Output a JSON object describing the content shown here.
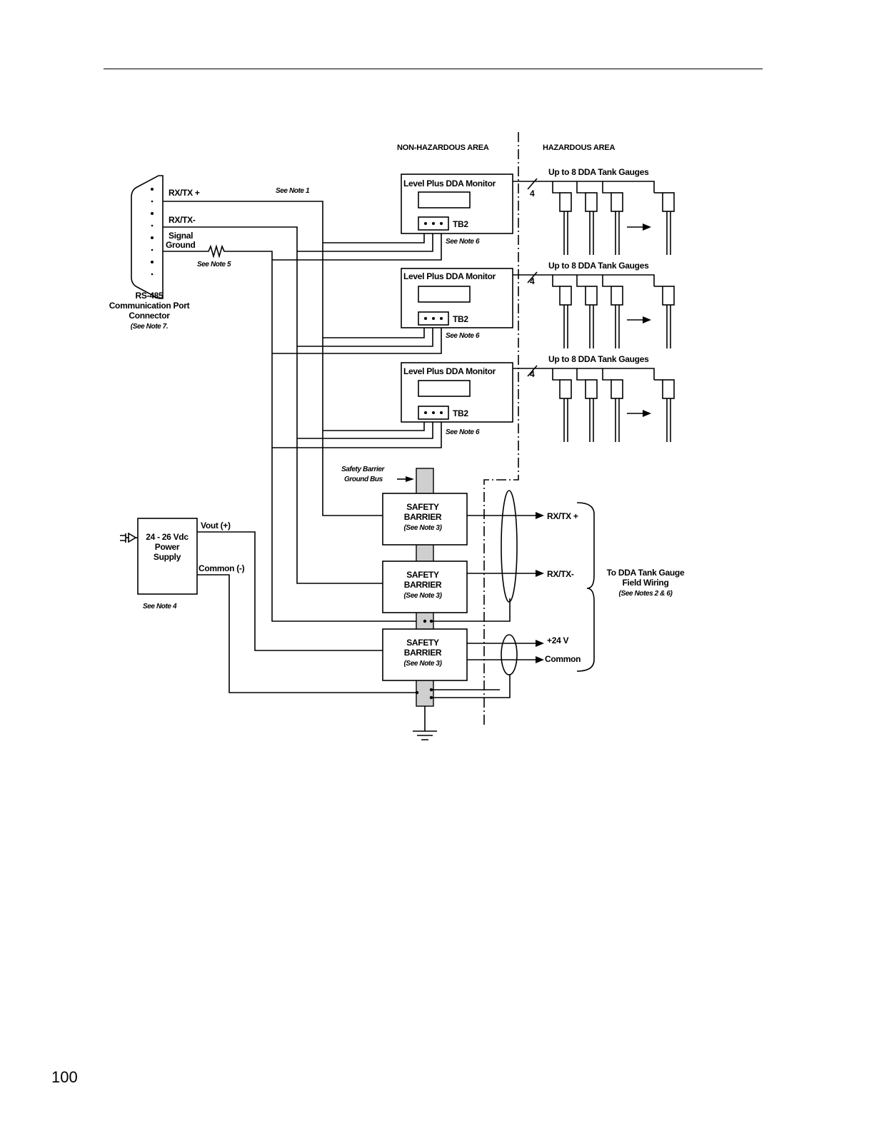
{
  "page": {
    "number": "100"
  },
  "areas": {
    "non_hazardous": "NON-HAZARDOUS AREA",
    "hazardous": "HAZARDOUS AREA"
  },
  "connector": {
    "pins": {
      "rx_tx_plus": "RX/TX +",
      "rx_tx_minus": "RX/TX-",
      "signal": "Signal",
      "ground": "Ground"
    },
    "see_note_1": "See Note 1",
    "see_note_5": "See Note 5",
    "caption": [
      "RS-485",
      "Communication Port",
      "Connector",
      "(See Note 7."
    ]
  },
  "monitors": [
    {
      "title": "Level Plus DDA Monitor",
      "tb": "TB2",
      "note": "See Note 6",
      "count": "4",
      "gauges": "Up to 8 DDA Tank Gauges"
    },
    {
      "title": "Level Plus DDA Monitor",
      "tb": "TB2",
      "note": "See Note 6",
      "count": "4",
      "gauges": "Up to 8 DDA Tank Gauges"
    },
    {
      "title": "Level Plus DDA Monitor",
      "tb": "TB2",
      "note": "See Note 6",
      "count": "4",
      "gauges": "Up to 8 DDA Tank Gauges"
    }
  ],
  "ground_bus": [
    "Safety Barrier",
    "Ground Bus"
  ],
  "barriers": [
    {
      "line1": "SAFETY",
      "line2": "BARRIER",
      "note": "(See Note 3)"
    },
    {
      "line1": "SAFETY",
      "line2": "BARRIER",
      "note": "(See Note 3)"
    },
    {
      "line1": "SAFETY",
      "line2": "BARRIER",
      "note": "(See Note 3)"
    }
  ],
  "power_supply": {
    "lines": [
      "24 - 26 Vdc",
      "Power",
      "Supply"
    ],
    "vout": "Vout (+)",
    "common": "Common (-)",
    "note": "See Note 4"
  },
  "outputs": {
    "rx_tx_plus": "RX/TX +",
    "rx_tx_minus": "RX/TX-",
    "plus_24v": "+24 V",
    "common": "Common"
  },
  "field_wiring": [
    "To DDA Tank Gauge",
    "Field Wiring",
    "(See Notes 2 & 6)"
  ]
}
